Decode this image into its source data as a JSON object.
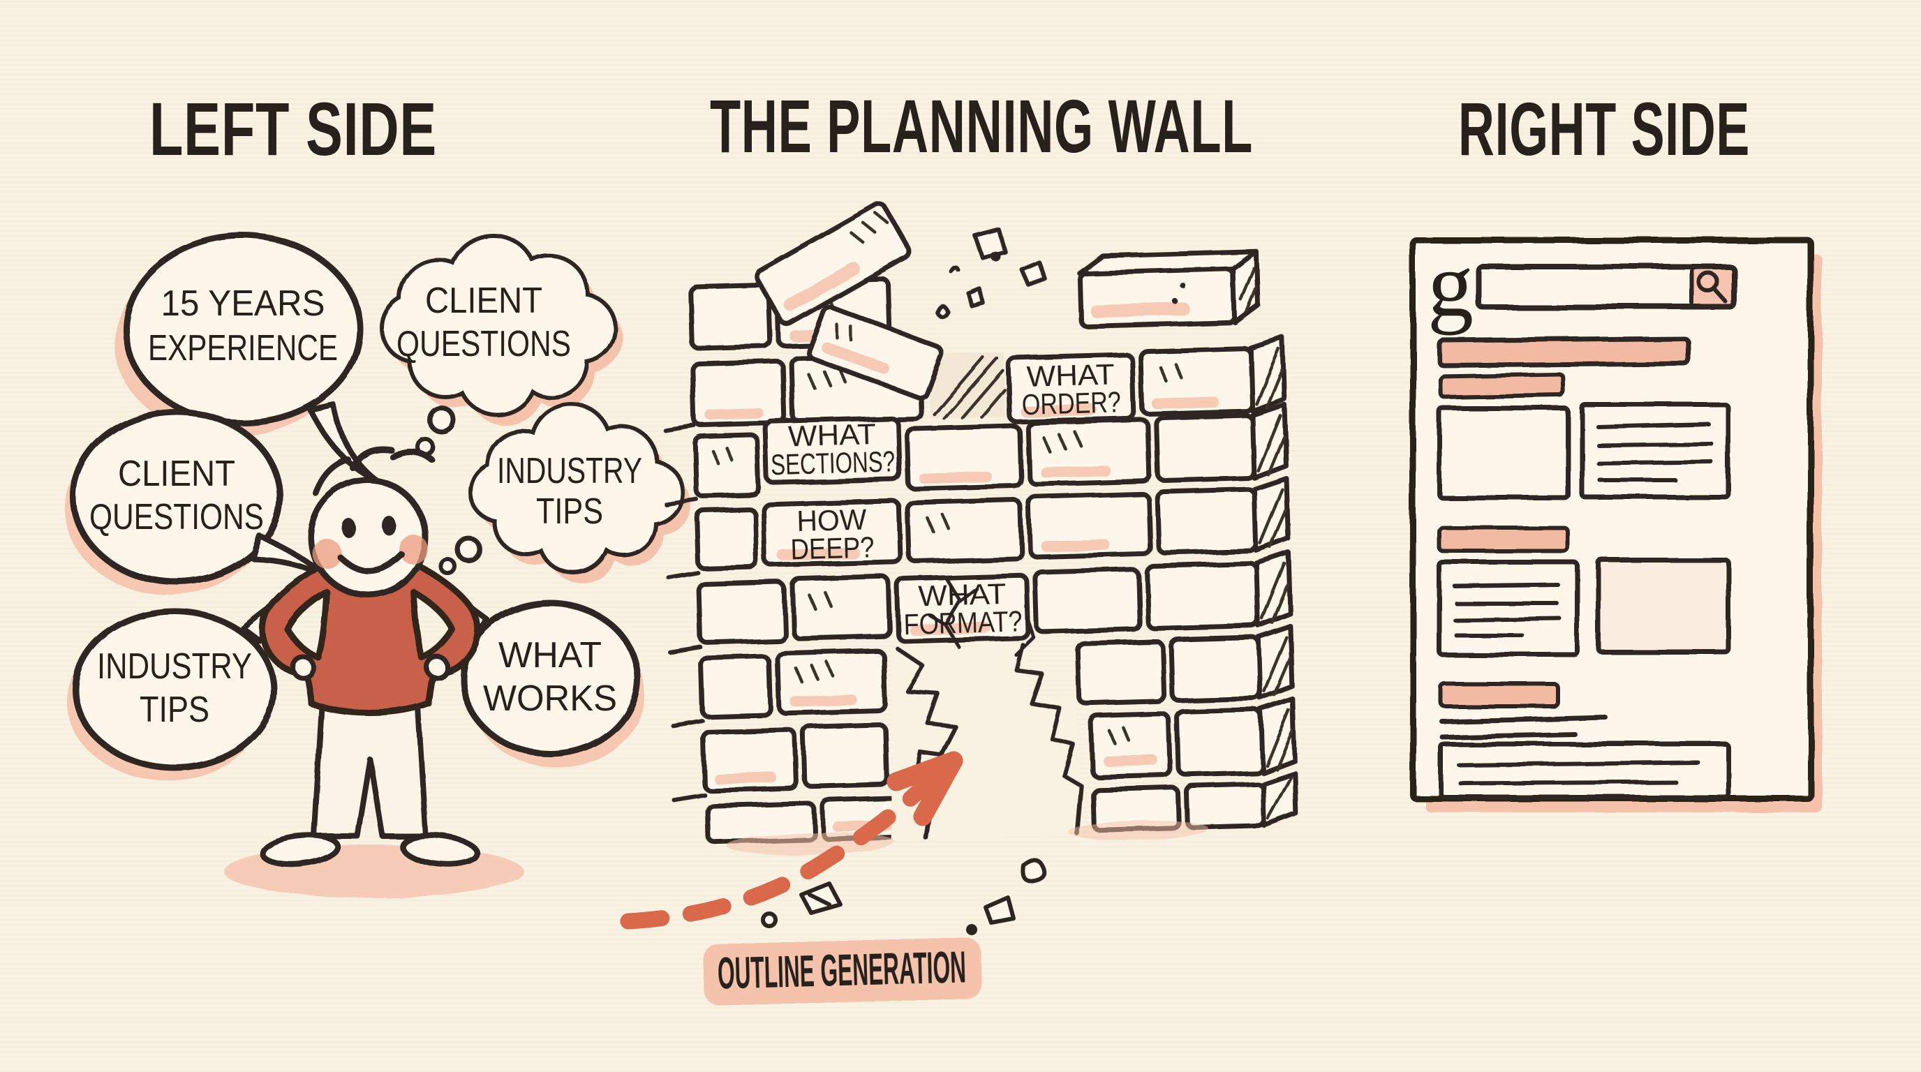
{
  "title_row": {
    "left": "LEFT SIDE",
    "center": "THE PLANNING WALL",
    "right": "RIGHT SIDE"
  },
  "left_panel": {
    "speech_bubbles": [
      {
        "id": "experience",
        "lines": [
          "15 YEARS",
          "EXPERIENCE"
        ]
      },
      {
        "id": "client-questions",
        "lines": [
          "CLIENT",
          "QUESTIONS"
        ]
      },
      {
        "id": "industry-tips",
        "lines": [
          "INDUSTRY",
          "TIPS"
        ]
      },
      {
        "id": "what-works",
        "lines": [
          "WHAT",
          "WORKS"
        ]
      }
    ],
    "thought_clouds": [
      {
        "id": "client-questions",
        "lines": [
          "CLIENT",
          "QUESTIONS"
        ]
      },
      {
        "id": "industry-tips",
        "lines": [
          "INDUSTRY",
          "TIPS"
        ]
      }
    ],
    "figure": "smiling stick person, hands on hips, red sweater"
  },
  "wall": {
    "bricks": [
      {
        "id": "what-sections",
        "lines": [
          "WHAT",
          "SECTIONS?"
        ]
      },
      {
        "id": "what-order",
        "lines": [
          "WHAT",
          "ORDER?"
        ]
      },
      {
        "id": "how-deep",
        "lines": [
          "HOW",
          "DEEP?"
        ]
      },
      {
        "id": "what-format",
        "lines": [
          "WHAT",
          "FORMAT?"
        ]
      }
    ],
    "caption": "OUTLINE GENERATION"
  },
  "right_panel": {
    "logo_letter": "g",
    "search_icon": "magnifier-icon"
  },
  "colors": {
    "background": "#f9f1e1",
    "ink": "#2d2520",
    "paper": "#fdf6ea",
    "salmon_light": "#f5c2ac",
    "accent": "#d9694a",
    "sweater": "#c9604a",
    "cheek": "#eb9b80"
  }
}
